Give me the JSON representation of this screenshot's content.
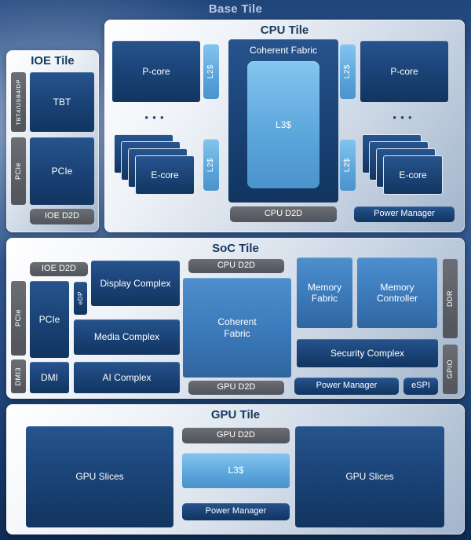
{
  "base": {
    "title": "Base Tile"
  },
  "ioe": {
    "title": "IOE Tile",
    "tbt_strip": "TBT4/USB4/DP",
    "pcie_strip": "PCIe",
    "tbt": "TBT",
    "pcie": "PCIe",
    "d2d": "IOE D2D"
  },
  "cpu": {
    "title": "CPU Tile",
    "p_core": "P-core",
    "e_core": "E-core",
    "l2": "L2$",
    "l3": "L3$",
    "dots": "●●●",
    "coherent_fabric": "Coherent Fabric",
    "d2d": "CPU D2D",
    "power_manager": "Power Manager"
  },
  "soc": {
    "title": "SoC Tile",
    "ioe_d2d": "IOE D2D",
    "pcie_strip": "PCIe",
    "dmi3_strip": "DMI3",
    "pcie": "PCIe",
    "edp": "eDP",
    "display_complex": "Display Complex",
    "media_complex": "Media Complex",
    "ai_complex": "AI Complex",
    "dmi": "DMI",
    "cpu_d2d": "CPU D2D",
    "coherent_fabric": "Coherent Fabric",
    "gpu_d2d": "GPU D2D",
    "memory_fabric": "Memory Fabric",
    "memory_controller": "Memory Controller",
    "ddr_strip": "DDR",
    "security_complex": "Security Complex",
    "power_manager": "Power Manager",
    "espi": "eSPI",
    "gpio_strip": "GPIO"
  },
  "gpu": {
    "title": "GPU Tile",
    "slices_left": "GPU Slices",
    "slices_right": "GPU Slices",
    "d2d": "GPU D2D",
    "l3": "L3$",
    "power_manager": "Power Manager"
  },
  "colors": {
    "dark_blue": "#1a4377",
    "medium_blue": "#3b79ba",
    "light_blue": "#5aa5db",
    "gray": "#54585e",
    "tile_title": "#16395f"
  }
}
